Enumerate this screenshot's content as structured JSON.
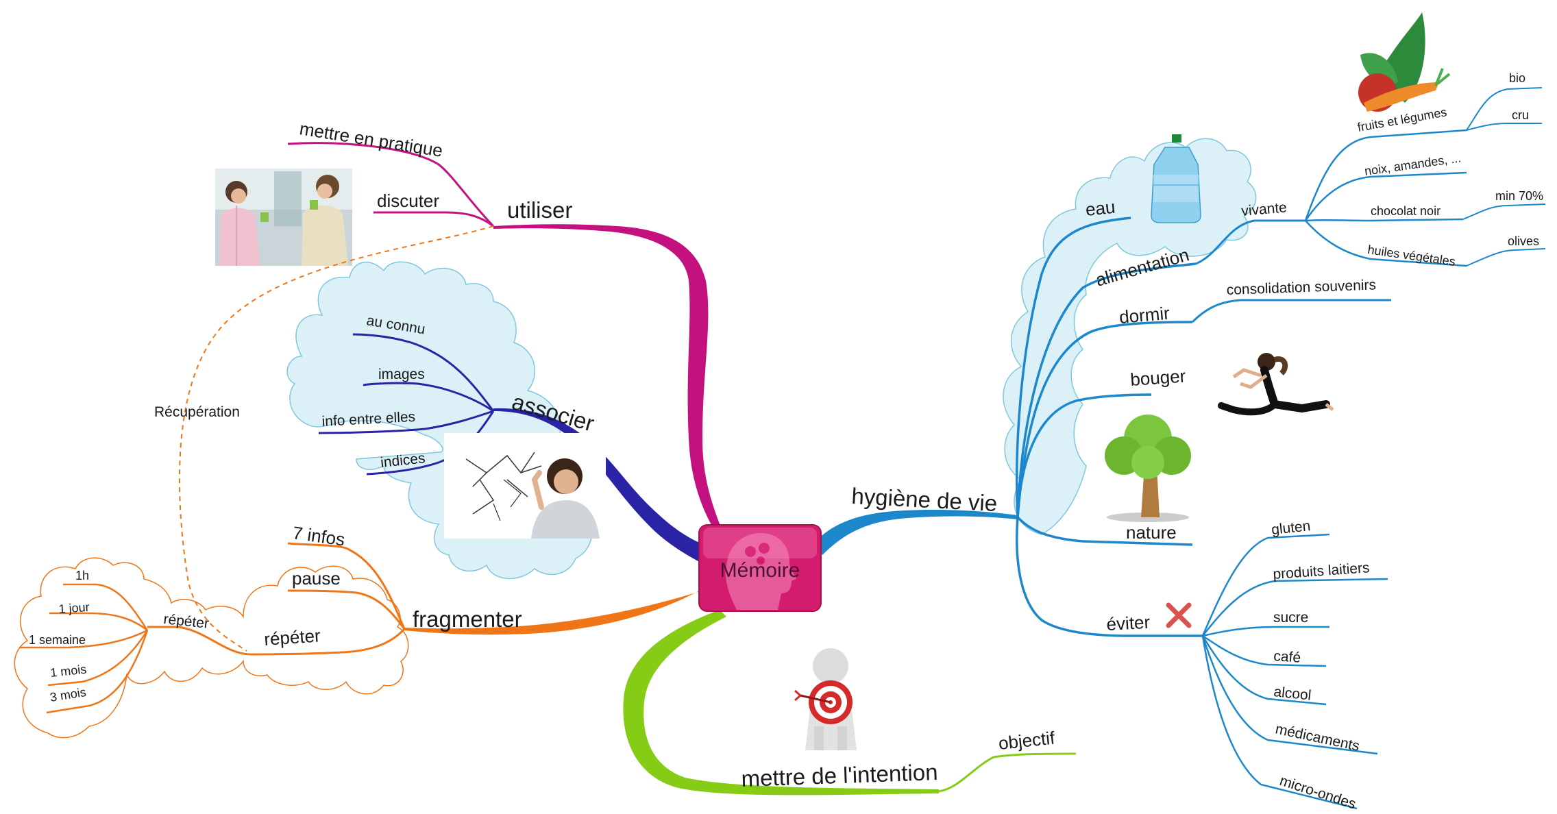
{
  "center": {
    "label": "Mémoire",
    "color": "#d41c6e"
  },
  "colors": {
    "utiliser": "#c3127f",
    "associer": "#2a23a5",
    "fragmenter": "#ef7516",
    "intention": "#86cc17",
    "hygiene": "#1d87cb",
    "cloud_fill": "#dbf1f7",
    "cloud_stroke": "#7fc7dc"
  },
  "branches": {
    "utiliser": {
      "label": "utiliser",
      "children": [
        "mettre en pratique",
        "discuter"
      ]
    },
    "associer": {
      "label": "associer",
      "children": [
        "au connu",
        "images",
        "info entre elles",
        "indices"
      ]
    },
    "fragmenter": {
      "label": "fragmenter",
      "children": [
        "7 infos",
        "pause",
        "répéter"
      ],
      "repeter": {
        "label": "répéter",
        "children": [
          "1h",
          "1 jour",
          "1 semaine",
          "1 mois",
          "3 mois"
        ]
      }
    },
    "recuperation": {
      "label": "Récupération"
    },
    "intention": {
      "label": "mettre de l'intention",
      "children": [
        "objectif"
      ]
    },
    "hygiene": {
      "label": "hygiène de vie",
      "eau": "eau",
      "alimentation": {
        "label": "alimentation",
        "vivante": {
          "label": "vivante",
          "fruits": {
            "label": "fruits et légumes",
            "children": [
              "bio",
              "cru"
            ]
          },
          "noix": "noix, amandes, ...",
          "chocolat": {
            "label": "chocolat noir",
            "children": [
              "min 70%"
            ]
          },
          "huiles": {
            "label": "huiles végétales",
            "children": [
              "olives"
            ]
          }
        }
      },
      "dormir": {
        "label": "dormir",
        "children": [
          "consolidation souvenirs"
        ]
      },
      "bouger": "bouger",
      "nature": "nature",
      "eviter": {
        "label": "éviter",
        "children": [
          "gluten",
          "produits laitiers",
          "sucre",
          "café",
          "alcool",
          "médicaments",
          "micro-ondes"
        ]
      }
    }
  },
  "icons": [
    "brain-head-icon",
    "two-women-photo",
    "woman-thinking-photo",
    "water-bottle-icon",
    "vegetables-icon",
    "dancer-icon",
    "tree-icon",
    "red-cross-icon",
    "target-figure-icon"
  ]
}
